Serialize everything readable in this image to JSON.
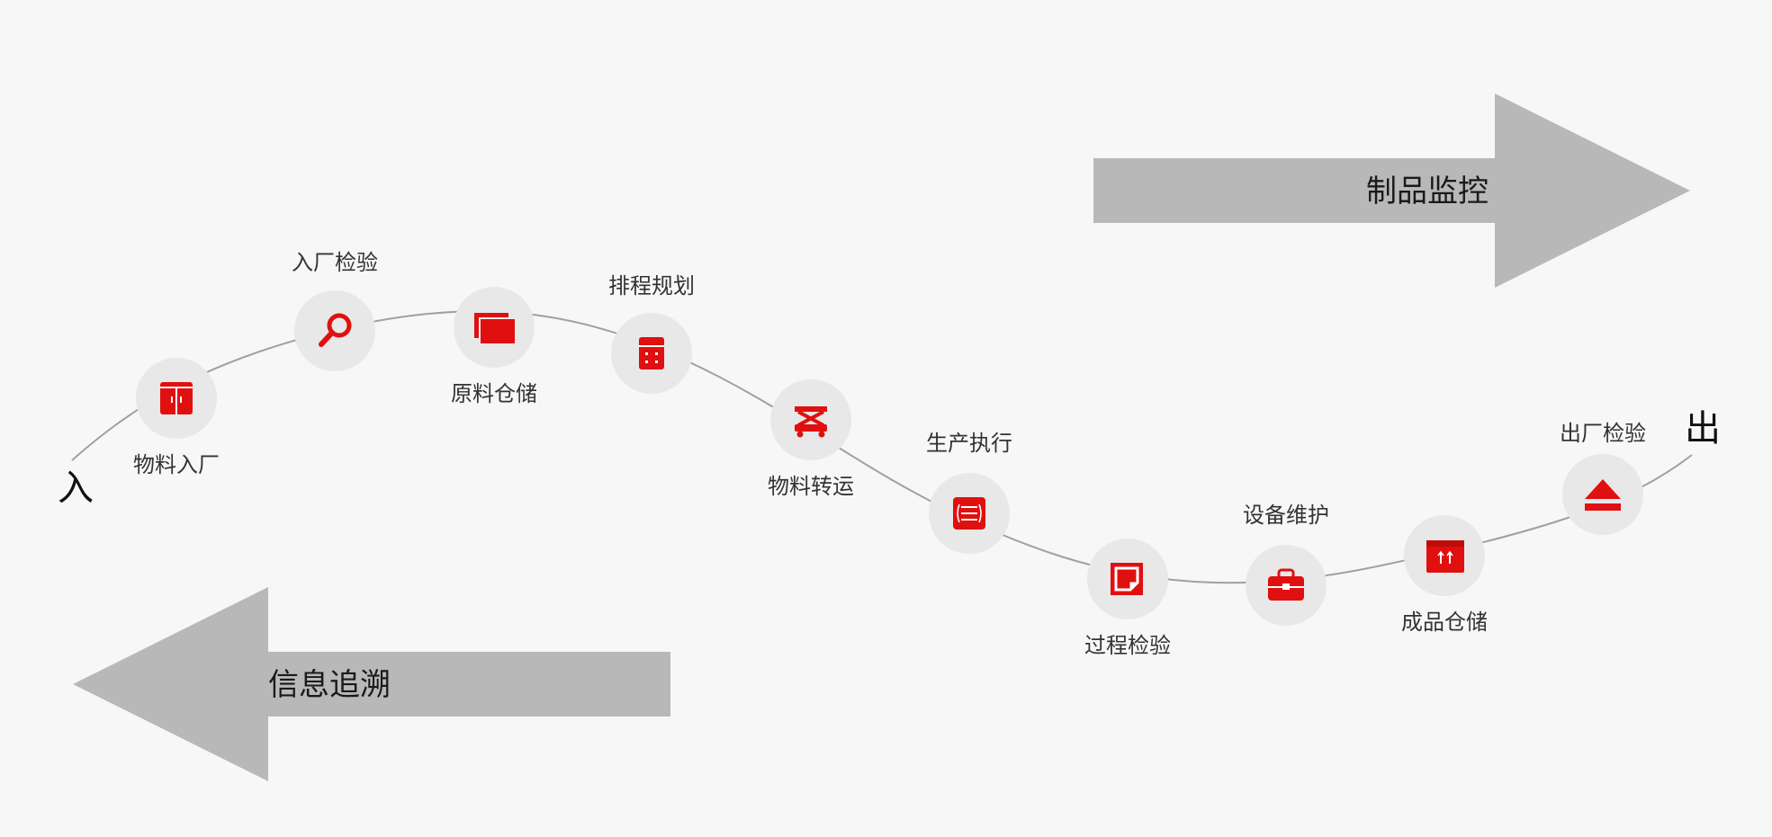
{
  "colors": {
    "background": "#f7f7f7",
    "arrow": "#b8b8b8",
    "node": "#e8e8e8",
    "icon": "#e01010",
    "curve": "#a0a0a0",
    "text": "#333333"
  },
  "arrows": {
    "forward_label": "制品监控",
    "backward_label": "信息追溯"
  },
  "ends": {
    "start": "入",
    "end": "出"
  },
  "steps": [
    {
      "label": "物料入厂",
      "icon": "cabinet-icon"
    },
    {
      "label": "入厂检验",
      "icon": "magnifier-icon"
    },
    {
      "label": "原料仓储",
      "icon": "stacked-folders-icon"
    },
    {
      "label": "排程规划",
      "icon": "calendar-icon"
    },
    {
      "label": "物料转运",
      "icon": "lift-cart-icon"
    },
    {
      "label": "生产执行",
      "icon": "list-document-icon"
    },
    {
      "label": "过程检验",
      "icon": "page-check-icon"
    },
    {
      "label": "设备维护",
      "icon": "toolbox-icon"
    },
    {
      "label": "成品仓储",
      "icon": "package-box-icon"
    },
    {
      "label": "出厂检验",
      "icon": "eject-icon"
    }
  ]
}
